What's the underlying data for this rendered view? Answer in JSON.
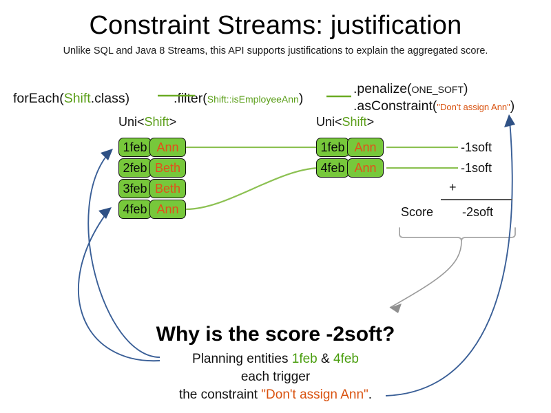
{
  "header": {
    "title": "Constraint Streams: justification",
    "subtitle": "Unlike SQL and Java 8 Streams, this API supports justifications to explain the aggregated score."
  },
  "colors": {
    "chip_fill": "#77c83b",
    "chip_border": "#111111",
    "name_text": "#e2501a",
    "code_green": "#5a9e18",
    "code_orange": "#d9520f",
    "arrow_blue": "#3a5f97",
    "arrow_gray": "#9a9a9a",
    "stream_line_green": "#8cc152"
  },
  "code": {
    "foreach": {
      "method": "forEach(",
      "type": "Shift",
      "tail": ".class)"
    },
    "filter": {
      "method": ".filter(",
      "ref": "Shift::isEmployeeAnn",
      "tail": ")"
    },
    "penalize": {
      "method": ".penalize(",
      "arg": "ONE_SOFT",
      "tail": ")"
    },
    "as_constraint": {
      "method": ".asConstraint(",
      "arg": "\"Don't assign Ann\"",
      "tail": ")"
    }
  },
  "streams": {
    "left_label": {
      "prefix": "Uni<",
      "type": "Shift",
      "suffix": ">"
    },
    "right_label": {
      "prefix": "Uni<",
      "type": "Shift",
      "suffix": ">"
    },
    "left_rows": [
      {
        "date": "1feb",
        "employee": "Ann"
      },
      {
        "date": "2feb",
        "employee": "Beth"
      },
      {
        "date": "3feb",
        "employee": "Beth"
      },
      {
        "date": "4feb",
        "employee": "Ann"
      }
    ],
    "right_rows": [
      {
        "date": "1feb",
        "employee": "Ann"
      },
      {
        "date": "4feb",
        "employee": "Ann"
      }
    ]
  },
  "score": {
    "impacts": [
      "-1soft",
      "-1soft"
    ],
    "operator": "+",
    "label": "Score",
    "total": "-2soft"
  },
  "explanation": {
    "heading": "Why is the score -2soft?",
    "line1_pre": "Planning entities ",
    "line1_a": "1feb",
    "line1_amp": " & ",
    "line1_b": "4feb",
    "line2": "each trigger",
    "line3_pre": "the constraint ",
    "line3_quote": "\"Don't assign Ann\"",
    "line3_post": "."
  }
}
